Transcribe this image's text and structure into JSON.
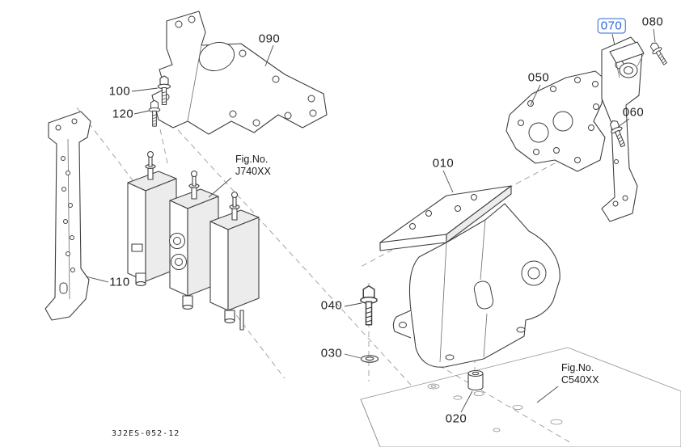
{
  "diagram": {
    "drawing_id": "3J2ES-052-12",
    "selected_part": "070",
    "accent_color": "#2b64d9",
    "line_color": "#3f3f3f"
  },
  "labels": {
    "p010": "010",
    "p020": "020",
    "p030": "030",
    "p040": "040",
    "p050": "050",
    "p060": "060",
    "p070": "070",
    "p080": "080",
    "p090": "090",
    "p100": "100",
    "p110": "110",
    "p120": "120"
  },
  "fig_refs": {
    "valve": {
      "line1": "Fig.No.",
      "line2": "J740XX"
    },
    "base": {
      "line1": "Fig.No.",
      "line2": "C540XX"
    }
  }
}
